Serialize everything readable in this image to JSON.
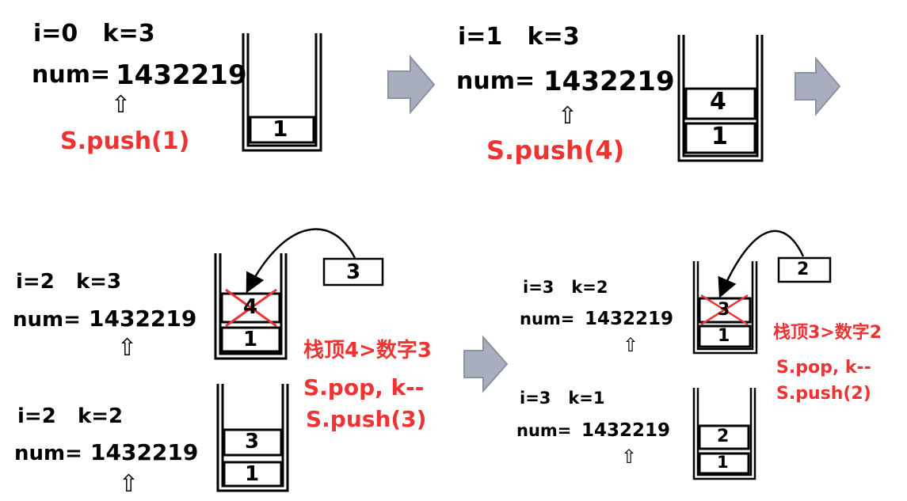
{
  "panels": {
    "p1": {
      "iter": "i=0   k=3",
      "num_label": "num=",
      "num_value": "1432219",
      "op": "S.push(1)",
      "stack": [
        "1"
      ]
    },
    "p2": {
      "iter": "i=1   k=3",
      "num_label": "num=",
      "num_value": "1432219",
      "op": "S.push(4)",
      "stack": [
        "1",
        "4"
      ]
    },
    "p3": {
      "iter": "i=2   k=3",
      "num_label": "num=",
      "num_value": "1432219",
      "stack": [
        "1",
        "4"
      ],
      "popped": "4",
      "incoming": "3",
      "note_compare": "栈顶4>数字3",
      "note_pop": "S.pop, k--",
      "note_push": "S.push(3)"
    },
    "p4": {
      "iter": "i=2   k=2",
      "num_label": "num=",
      "num_value": "1432219",
      "stack": [
        "1",
        "3"
      ]
    },
    "p5": {
      "iter": "i=3   k=2",
      "num_label": "num=",
      "num_value": "1432219",
      "stack": [
        "1",
        "3"
      ],
      "popped": "3",
      "incoming": "2",
      "note_compare": "栈顶3>数字2",
      "note_pop": "S.pop, k--",
      "note_push": "S.push(2)"
    },
    "p6": {
      "iter": "i=3   k=1",
      "num_label": "num=",
      "num_value": "1432219",
      "stack": [
        "1",
        "2"
      ]
    }
  },
  "pointer_glyph": "⇧",
  "colors": {
    "highlight": "#ee3333",
    "arrow_fill": "#a9aebf",
    "arrow_stroke": "#8c91a4"
  }
}
